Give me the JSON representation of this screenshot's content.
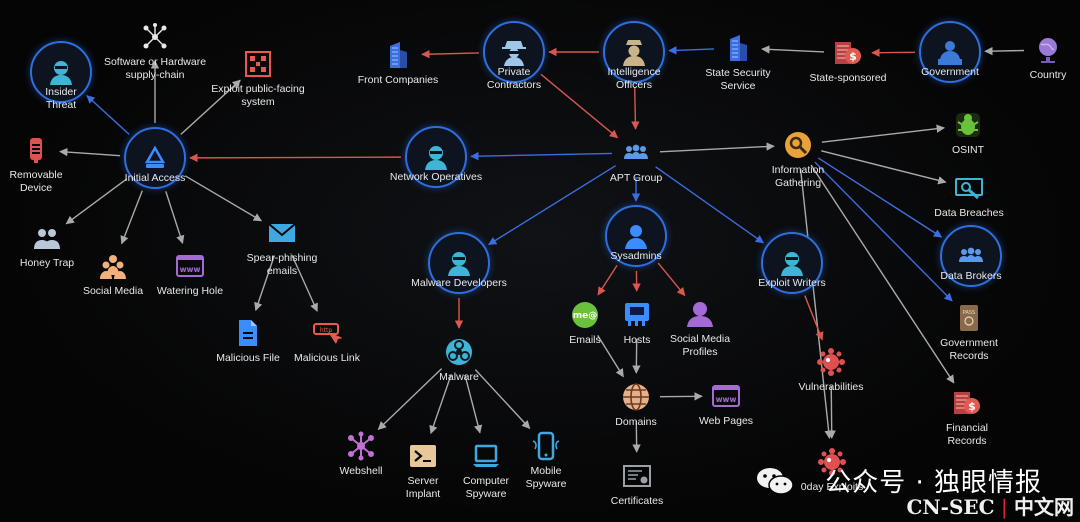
{
  "nodes": [
    {
      "id": "insider",
      "label": "Insider\nThreat",
      "icon": "hacker-icon",
      "circle": true,
      "color": "#3fb5d6"
    },
    {
      "id": "supply",
      "label": "Software or Hardware\nsupply-chain",
      "icon": "network-icon",
      "color": "#e8e8e8"
    },
    {
      "id": "exploit_pub",
      "label": "Exploit public-facing\nsystem",
      "icon": "qr-grid-icon",
      "color": "#e85a4f"
    },
    {
      "id": "removable",
      "label": "Removable\nDevice",
      "icon": "usb-icon",
      "color": "#e05050"
    },
    {
      "id": "initial",
      "label": "Initial Access",
      "icon": "drive-icon",
      "circle": true,
      "color": "#3b8cff"
    },
    {
      "id": "honey",
      "label": "Honey Trap",
      "icon": "people-icon",
      "color": "#b8c8d8"
    },
    {
      "id": "social",
      "label": "Social Media",
      "icon": "group-icon",
      "color": "#f2b07a"
    },
    {
      "id": "watering",
      "label": "Watering Hole",
      "icon": "www-window-icon",
      "color": "#a46ad6"
    },
    {
      "id": "spear",
      "label": "Spear-phishing\nemails",
      "icon": "envelope-icon",
      "color": "#3fa8e0"
    },
    {
      "id": "malfile",
      "label": "Malicious File",
      "icon": "file-icon",
      "color": "#3b8cff"
    },
    {
      "id": "mallink",
      "label": "Malicious Link",
      "icon": "link-cursor-icon",
      "color": "#e85a4f"
    },
    {
      "id": "front",
      "label": "Front Companies",
      "icon": "building-icon",
      "color": "#3b6ee0"
    },
    {
      "id": "private",
      "label": "Private\nContractors",
      "icon": "spy-icon",
      "circle": true,
      "color": "#9ec6e8"
    },
    {
      "id": "intel",
      "label": "Intelligence\nOfficers",
      "icon": "officer-icon",
      "circle": true,
      "color": "#c9b48a"
    },
    {
      "id": "statesec",
      "label": "State Security\nService",
      "icon": "building-icon",
      "color": "#3b6ee0"
    },
    {
      "id": "statespon",
      "label": "State-sponsored",
      "icon": "money-icon",
      "color": "#e05a50"
    },
    {
      "id": "gov",
      "label": "Government",
      "icon": "presenter-icon",
      "circle": true,
      "color": "#3b7ad6"
    },
    {
      "id": "country",
      "label": "Country",
      "icon": "globe-icon",
      "color": "#9a7ad6"
    },
    {
      "id": "netops",
      "label": "Network Operatives",
      "icon": "hacker-icon",
      "circle": true,
      "color": "#3fb5d6"
    },
    {
      "id": "apt",
      "label": "APT Group",
      "icon": "team-icon",
      "color": "#5a9ae8"
    },
    {
      "id": "infogather",
      "label": "Information\nGathering",
      "icon": "magnifier-icon",
      "color": "#e8a23a"
    },
    {
      "id": "osint",
      "label": "OSINT",
      "icon": "bug-icon",
      "color": "#6ac23a"
    },
    {
      "id": "breach",
      "label": "Data Breaches",
      "icon": "search-card-icon",
      "color": "#3fb5d6"
    },
    {
      "id": "brokers",
      "label": "Data Brokers",
      "icon": "team-icon",
      "circle": true,
      "color": "#5a9ae8"
    },
    {
      "id": "govrec",
      "label": "Government\nRecords",
      "icon": "passport-icon",
      "color": "#8a6a4a"
    },
    {
      "id": "finrec",
      "label": "Financial\nRecords",
      "icon": "money-icon",
      "color": "#e05a50"
    },
    {
      "id": "maldev",
      "label": "Malware Developers",
      "icon": "hacker-icon",
      "circle": true,
      "color": "#3fb5d6"
    },
    {
      "id": "malware",
      "label": "Malware",
      "icon": "biohazard-icon",
      "color": "#3fb5d6"
    },
    {
      "id": "webshell",
      "label": "Webshell",
      "icon": "molecule-icon",
      "color": "#c070d6"
    },
    {
      "id": "server",
      "label": "Server\nImplant",
      "icon": "terminal-icon",
      "color": "#e8c89a"
    },
    {
      "id": "compspy",
      "label": "Computer\nSpyware",
      "icon": "laptop-icon",
      "color": "#3fa8e0"
    },
    {
      "id": "mobspy",
      "label": "Mobile\nSpyware",
      "icon": "phone-icon",
      "color": "#3fa8e0"
    },
    {
      "id": "sysadmins",
      "label": "Sysadmins",
      "icon": "user-icon",
      "circle": true,
      "color": "#3b8cff"
    },
    {
      "id": "emails",
      "label": "Emails",
      "icon": "me-badge-icon",
      "color": "#6ac23a"
    },
    {
      "id": "hosts",
      "label": "Hosts",
      "icon": "network-card-icon",
      "color": "#3b8cff"
    },
    {
      "id": "smprofiles",
      "label": "Social Media\nProfiles",
      "icon": "profile-icon",
      "color": "#a46ad6"
    },
    {
      "id": "domains",
      "label": "Domains",
      "icon": "globe-grid-icon",
      "color": "#e8b08a"
    },
    {
      "id": "webpages",
      "label": "Web Pages",
      "icon": "www-window-icon",
      "color": "#a46ad6"
    },
    {
      "id": "certs",
      "label": "Certificates",
      "icon": "certificate-icon",
      "color": "#9aa0a8"
    },
    {
      "id": "exwriters",
      "label": "Exploit Writers",
      "icon": "hacker-icon",
      "circle": true,
      "color": "#3fb5d6"
    },
    {
      "id": "vulns",
      "label": "Vulnerabilities",
      "icon": "virus-icon",
      "color": "#e05050"
    },
    {
      "id": "zeroday",
      "label": "0day Exploits",
      "icon": "virus-icon",
      "color": "#e05050"
    }
  ],
  "edges": [
    {
      "from": "country",
      "to": "gov",
      "color": "#aaaaaa"
    },
    {
      "from": "gov",
      "to": "statespon",
      "color": "#d9574f"
    },
    {
      "from": "statespon",
      "to": "statesec",
      "color": "#aaaaaa"
    },
    {
      "from": "statesec",
      "to": "intel",
      "color": "#3b6ee0"
    },
    {
      "from": "intel",
      "to": "private",
      "color": "#d9574f"
    },
    {
      "from": "private",
      "to": "front",
      "color": "#d9574f"
    },
    {
      "from": "intel",
      "to": "apt",
      "color": "#d9574f"
    },
    {
      "from": "private",
      "to": "apt",
      "color": "#d9574f"
    },
    {
      "from": "apt",
      "to": "netops",
      "color": "#3b6ee0"
    },
    {
      "from": "netops",
      "to": "initial",
      "color": "#d9574f"
    },
    {
      "from": "apt",
      "to": "infogather",
      "color": "#aaaaaa"
    },
    {
      "from": "infogather",
      "to": "osint",
      "color": "#aaaaaa"
    },
    {
      "from": "infogather",
      "to": "breach",
      "color": "#aaaaaa"
    },
    {
      "from": "infogather",
      "to": "brokers",
      "color": "#3b6ee0"
    },
    {
      "from": "infogather",
      "to": "govrec",
      "color": "#3b6ee0"
    },
    {
      "from": "infogather",
      "to": "finrec",
      "color": "#aaaaaa"
    },
    {
      "from": "infogather",
      "to": "zeroday",
      "color": "#aaaaaa"
    },
    {
      "from": "apt",
      "to": "maldev",
      "color": "#3b6ee0"
    },
    {
      "from": "apt",
      "to": "sysadmins",
      "color": "#3b6ee0"
    },
    {
      "from": "apt",
      "to": "exwriters",
      "color": "#3b6ee0"
    },
    {
      "from": "initial",
      "to": "insider",
      "color": "#3b6ee0"
    },
    {
      "from": "initial",
      "to": "supply",
      "color": "#aaaaaa"
    },
    {
      "from": "initial",
      "to": "exploit_pub",
      "color": "#aaaaaa"
    },
    {
      "from": "initial",
      "to": "removable",
      "color": "#aaaaaa"
    },
    {
      "from": "initial",
      "to": "honey",
      "color": "#aaaaaa"
    },
    {
      "from": "initial",
      "to": "social",
      "color": "#aaaaaa"
    },
    {
      "from": "initial",
      "to": "watering",
      "color": "#aaaaaa"
    },
    {
      "from": "initial",
      "to": "spear",
      "color": "#aaaaaa"
    },
    {
      "from": "spear",
      "to": "malfile",
      "color": "#aaaaaa"
    },
    {
      "from": "spear",
      "to": "mallink",
      "color": "#aaaaaa"
    },
    {
      "from": "maldev",
      "to": "malware",
      "color": "#d9574f"
    },
    {
      "from": "malware",
      "to": "webshell",
      "color": "#aaaaaa"
    },
    {
      "from": "malware",
      "to": "server",
      "color": "#aaaaaa"
    },
    {
      "from": "malware",
      "to": "compspy",
      "color": "#aaaaaa"
    },
    {
      "from": "malware",
      "to": "mobspy",
      "color": "#aaaaaa"
    },
    {
      "from": "sysadmins",
      "to": "emails",
      "color": "#d9574f"
    },
    {
      "from": "sysadmins",
      "to": "hosts",
      "color": "#d9574f"
    },
    {
      "from": "sysadmins",
      "to": "smprofiles",
      "color": "#d9574f"
    },
    {
      "from": "emails",
      "to": "domains",
      "color": "#aaaaaa"
    },
    {
      "from": "hosts",
      "to": "domains",
      "color": "#aaaaaa"
    },
    {
      "from": "domains",
      "to": "webpages",
      "color": "#aaaaaa"
    },
    {
      "from": "domains",
      "to": "certs",
      "color": "#aaaaaa"
    },
    {
      "from": "exwriters",
      "to": "vulns",
      "color": "#d9574f"
    },
    {
      "from": "vulns",
      "to": "zeroday",
      "color": "#aaaaaa"
    }
  ],
  "watermark": {
    "text": "公众号 · 独眼情报",
    "site_prefix": "CN-SEC",
    "site_sep": " | ",
    "site_suffix": "中文网"
  }
}
